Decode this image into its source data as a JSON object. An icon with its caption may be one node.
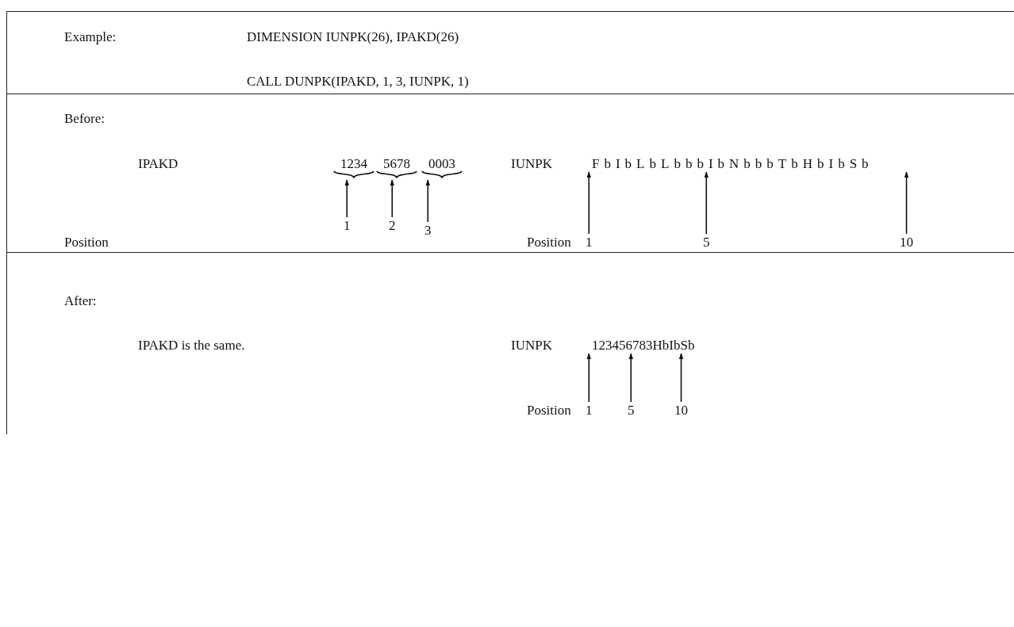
{
  "diagram": {
    "nodes": [
      {
        "text": [
          "Example:",
          "DIMENSION IUNPK(26), IPAKD(26)",
          "CALL DUNPK(IPAKD, 1, 3, IUNPK, 1)"
        ]
      },
      {
        "text": [
          "Before:",
          "IPAKD",
          "Position",
          "IUNPK",
          "Position"
        ]
      },
      {
        "text": [
          "1234"
        ],
        "in": 1
      },
      {
        "text": [
          "5678"
        ],
        "in": 1
      },
      {
        "text": [
          "0003"
        ],
        "in": 1
      },
      {
        "text": [
          "FbIbLbLbbbIbNbbbTbHbIbSb"
        ],
        "in": 1
      },
      {
        "text": [
          "1"
        ],
        "in": 1
      },
      {
        "text": [
          "2"
        ],
        "in": 1
      },
      {
        "text": [
          "3"
        ],
        "in": 1
      },
      {
        "text": [
          "1"
        ],
        "in": 1
      },
      {
        "text": [
          "5"
        ],
        "in": 1
      },
      {
        "text": [
          "10"
        ],
        "in": 1
      },
      {
        "text": [
          "After:",
          "IPAKD is the same.",
          "IUNPK",
          "Position"
        ]
      },
      {
        "text": [
          "123456783HbIbSb"
        ],
        "in": 12
      },
      {
        "text": [
          "1"
        ],
        "in": 12
      },
      {
        "text": [
          "5"
        ],
        "in": 12
      },
      {
        "text": [
          "10"
        ],
        "in": 12
      }
    ],
    "edges": [
      {
        "from": 6,
        "to": 2,
        "arrow": "to"
      },
      {
        "from": 7,
        "to": 3,
        "arrow": "to"
      },
      {
        "from": 8,
        "to": 4,
        "arrow": "to"
      },
      {
        "from": 9,
        "to": 5,
        "arrow": "to"
      },
      {
        "from": 10,
        "to": 5,
        "arrow": "to"
      },
      {
        "from": 11,
        "to": 5,
        "arrow": "to"
      },
      {
        "from": 14,
        "to": 13,
        "arrow": "to"
      },
      {
        "from": 15,
        "to": 13,
        "arrow": "to"
      },
      {
        "from": 16,
        "to": 13,
        "arrow": "to"
      }
    ]
  }
}
